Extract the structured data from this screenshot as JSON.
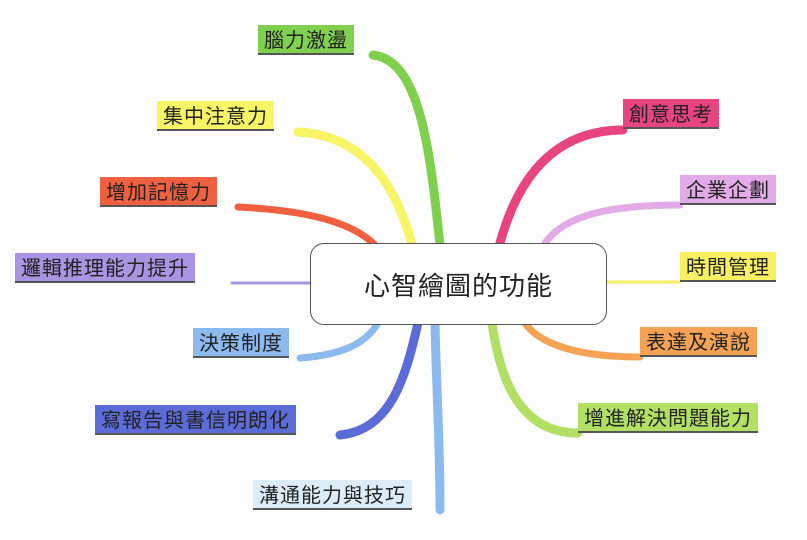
{
  "center": {
    "label": "心智繪圖的功能"
  },
  "branches": [
    {
      "label": "腦力激盪",
      "color": "#7fd04f"
    },
    {
      "label": "集中注意力",
      "color": "#f7f466"
    },
    {
      "label": "增加記憶力",
      "color": "#ef6040"
    },
    {
      "label": "邏輯推理能力提升",
      "color": "#a994e2"
    },
    {
      "label": "決策制度",
      "color": "#8cb9ee"
    },
    {
      "label": "寫報告與書信明朗化",
      "color": "#5b6bd8"
    },
    {
      "label": "溝通能力與技巧",
      "color": "#dcedfa"
    },
    {
      "label": "創意思考",
      "color": "#e84480"
    },
    {
      "label": "企業企劃",
      "color": "#e3aae8"
    },
    {
      "label": "時間管理",
      "color": "#f7f062"
    },
    {
      "label": "表達及演說",
      "color": "#f5a254"
    },
    {
      "label": "增進解決問題能力",
      "color": "#b2e064"
    }
  ]
}
